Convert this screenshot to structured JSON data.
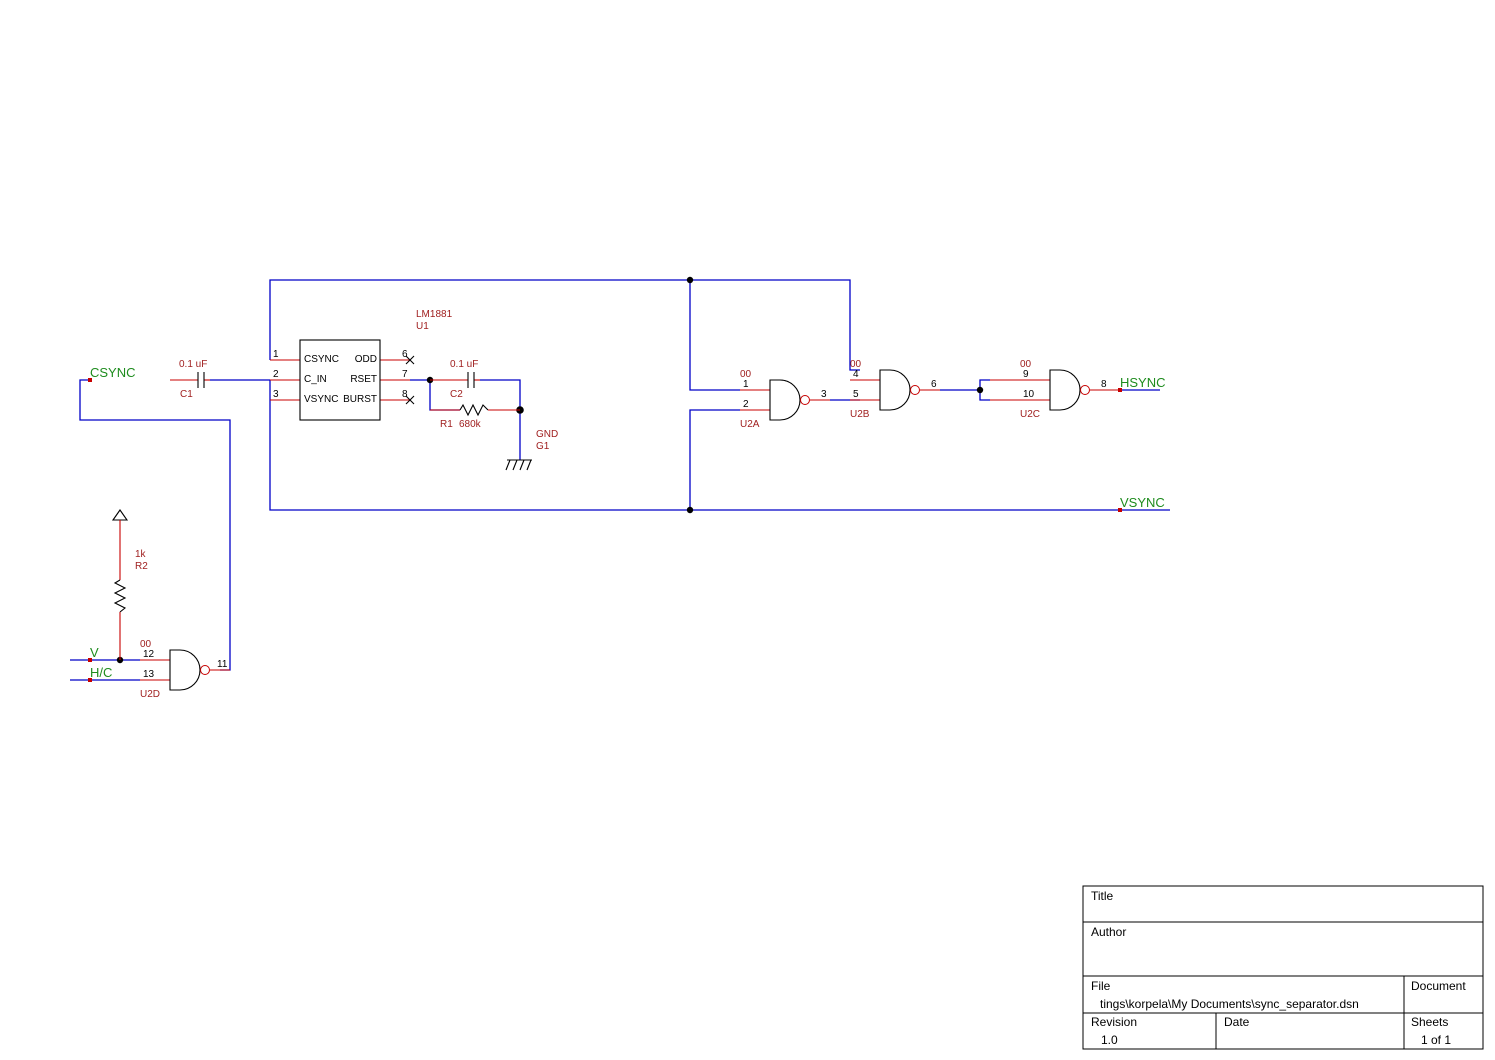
{
  "nets": {
    "csync": "CSYNC",
    "hsync": "HSYNC",
    "vsync": "VSYNC",
    "v": "V",
    "hc": "H/C"
  },
  "components": {
    "u1": {
      "part": "LM1881",
      "ref": "U1",
      "pins_left": [
        {
          "num": "1",
          "name": "CSYNC"
        },
        {
          "num": "2",
          "name": "C_IN"
        },
        {
          "num": "3",
          "name": "VSYNC"
        }
      ],
      "pins_right": [
        {
          "num": "6",
          "name": "ODD"
        },
        {
          "num": "7",
          "name": "RSET"
        },
        {
          "num": "8",
          "name": "BURST"
        }
      ]
    },
    "c1": {
      "value": "0.1 uF",
      "ref": "C1"
    },
    "c2": {
      "value": "0.1 uF",
      "ref": "C2"
    },
    "r1": {
      "value": "680k",
      "ref": "R1"
    },
    "r2": {
      "value": "1k",
      "ref": "R2"
    },
    "g1": {
      "value": "GND",
      "ref": "G1"
    },
    "u2a": {
      "type": "00",
      "ref": "U2A",
      "pin_in1": "1",
      "pin_in2": "2",
      "pin_out": "3"
    },
    "u2b": {
      "type": "00",
      "ref": "U2B",
      "pin_in1": "4",
      "pin_in2": "5",
      "pin_out": "6"
    },
    "u2c": {
      "type": "00",
      "ref": "U2C",
      "pin_in1": "9",
      "pin_in2": "10",
      "pin_out": "8"
    },
    "u2d": {
      "type": "00",
      "ref": "U2D",
      "pin_in1": "12",
      "pin_in2": "13",
      "pin_out": "11"
    }
  },
  "title_block": {
    "title_label": "Title",
    "title_value": "",
    "author_label": "Author",
    "author_value": "",
    "file_label": "File",
    "file_value": "tings\\korpela\\My Documents\\sync_separator.dsn",
    "document_label": "Document",
    "revision_label": "Revision",
    "revision_value": "1.0",
    "date_label": "Date",
    "sheets_label": "Sheets",
    "sheets_value": "1 of 1"
  }
}
